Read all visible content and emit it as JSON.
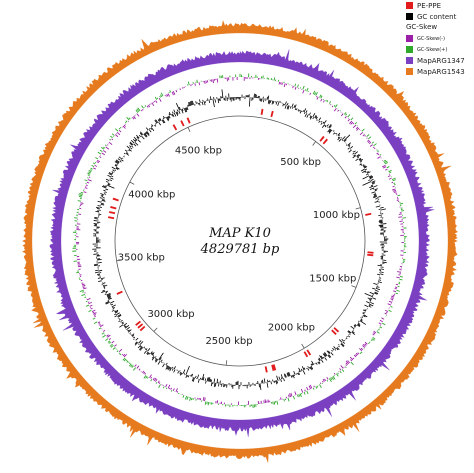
{
  "map": {
    "title": "MAP K10",
    "length_label": "4829781 bp",
    "genome_length": 4829781,
    "tick_labels": [
      "500 kbp",
      "1000 kbp",
      "1500 kbp",
      "2000 kbp",
      "2500 kbp",
      "3000 kbp",
      "3500 kbp",
      "4000 kbp",
      "4500 kbp"
    ],
    "tick_positions_kbp": [
      500,
      1000,
      1500,
      2000,
      2500,
      3000,
      3500,
      4000,
      4500
    ]
  },
  "legend": {
    "items": [
      {
        "label": "PE-PPE",
        "color": "#e11b1b"
      },
      {
        "label": "GC content",
        "color": "#000000"
      }
    ],
    "skew_heading": "GC-Skew",
    "skew_items": [
      {
        "label": "GC-Skew(-)",
        "color": "#9b1fa6"
      },
      {
        "label": "GC-Skew(+)",
        "color": "#2fa82b"
      }
    ],
    "genome_items": [
      {
        "label": "MapARG1347",
        "color": "#7b3fc2"
      },
      {
        "label": "MapARG1543",
        "color": "#e67a1f"
      }
    ]
  },
  "tracks": {
    "orange_ring": {
      "color": "#e67a1f"
    },
    "purple_ring": {
      "color": "#7b3fc2"
    },
    "gc_skew_neg": {
      "color": "#9b1fa6"
    },
    "gc_skew_pos": {
      "color": "#2fa82b"
    },
    "gc_content": {
      "color": "#000000"
    },
    "pe_ppe": {
      "color": "#e11b1b",
      "positions_kbp": [
        130,
        190,
        520,
        545,
        1050,
        1275,
        1290,
        1780,
        1800,
        1990,
        2010,
        2210,
        2220,
        2260,
        3060,
        3080,
        3100,
        3310,
        3760,
        3790,
        3820,
        3870,
        4430,
        4480,
        4520
      ]
    }
  }
}
